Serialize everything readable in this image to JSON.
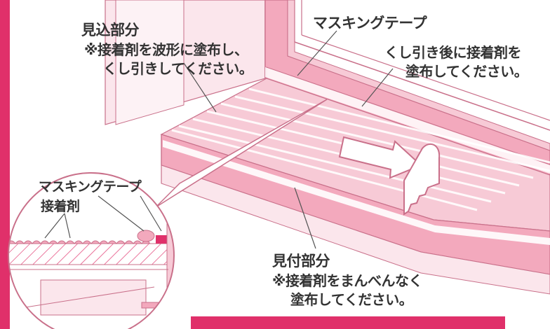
{
  "labels": {
    "mikomi_title": "見込部分",
    "mikomi_note_line1": "※接着剤を波形に塗布し、",
    "mikomi_note_line2": "くし引きしてください。",
    "masking_tape": "マスキングテープ",
    "kushibiki_line1": "くし引き後に接着剤を",
    "kushibiki_line2": "塗布してください。",
    "inset_masking_tape": "マスキングテープ",
    "inset_adhesive": "接着剤",
    "mitsuke_title": "見付部分",
    "mitsuke_note_line1": "※接着剤をまんべんなく",
    "mitsuke_note_line2": "塗布してください。"
  },
  "colors": {
    "accent": "#e0306a",
    "pink_light": "#f7cad6",
    "pink_mid": "#f3a9bd",
    "pink_pale": "#fbe6ec",
    "text": "#333333"
  }
}
